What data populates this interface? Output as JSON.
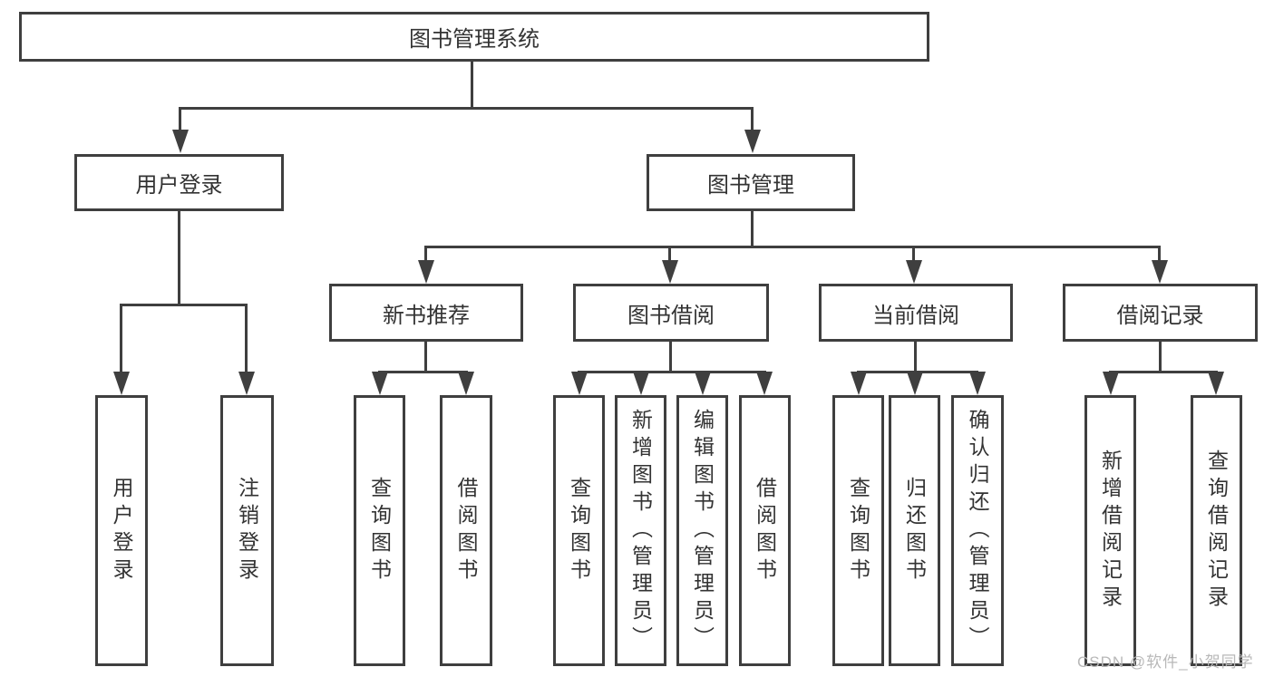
{
  "tree": {
    "label": "图书管理系统",
    "children": [
      {
        "label": "用户登录",
        "children": [
          {
            "label": "用户登录"
          },
          {
            "label": "注销登录"
          }
        ]
      },
      {
        "label": "图书管理",
        "children": [
          {
            "label": "新书推荐",
            "children": [
              {
                "label": "查询图书"
              },
              {
                "label": "借阅图书"
              }
            ]
          },
          {
            "label": "图书借阅",
            "children": [
              {
                "label": "查询图书"
              },
              {
                "label": "新增图书（管理员）"
              },
              {
                "label": "编辑图书（管理员）"
              },
              {
                "label": "借阅图书"
              }
            ]
          },
          {
            "label": "当前借阅",
            "children": [
              {
                "label": "查询图书"
              },
              {
                "label": "归还图书"
              },
              {
                "label": "确认归还（管理员）"
              }
            ]
          },
          {
            "label": "借阅记录",
            "children": [
              {
                "label": "新增借阅记录"
              },
              {
                "label": "查询借阅记录"
              }
            ]
          }
        ]
      }
    ]
  },
  "watermark": {
    "text": "CSDN @软件_小贺同学"
  },
  "colors": {
    "line": "#3f3f3f",
    "box_fill": "#ffffff",
    "text": "#333333",
    "background": "#ffffff",
    "watermark": "#b8b8b8"
  }
}
